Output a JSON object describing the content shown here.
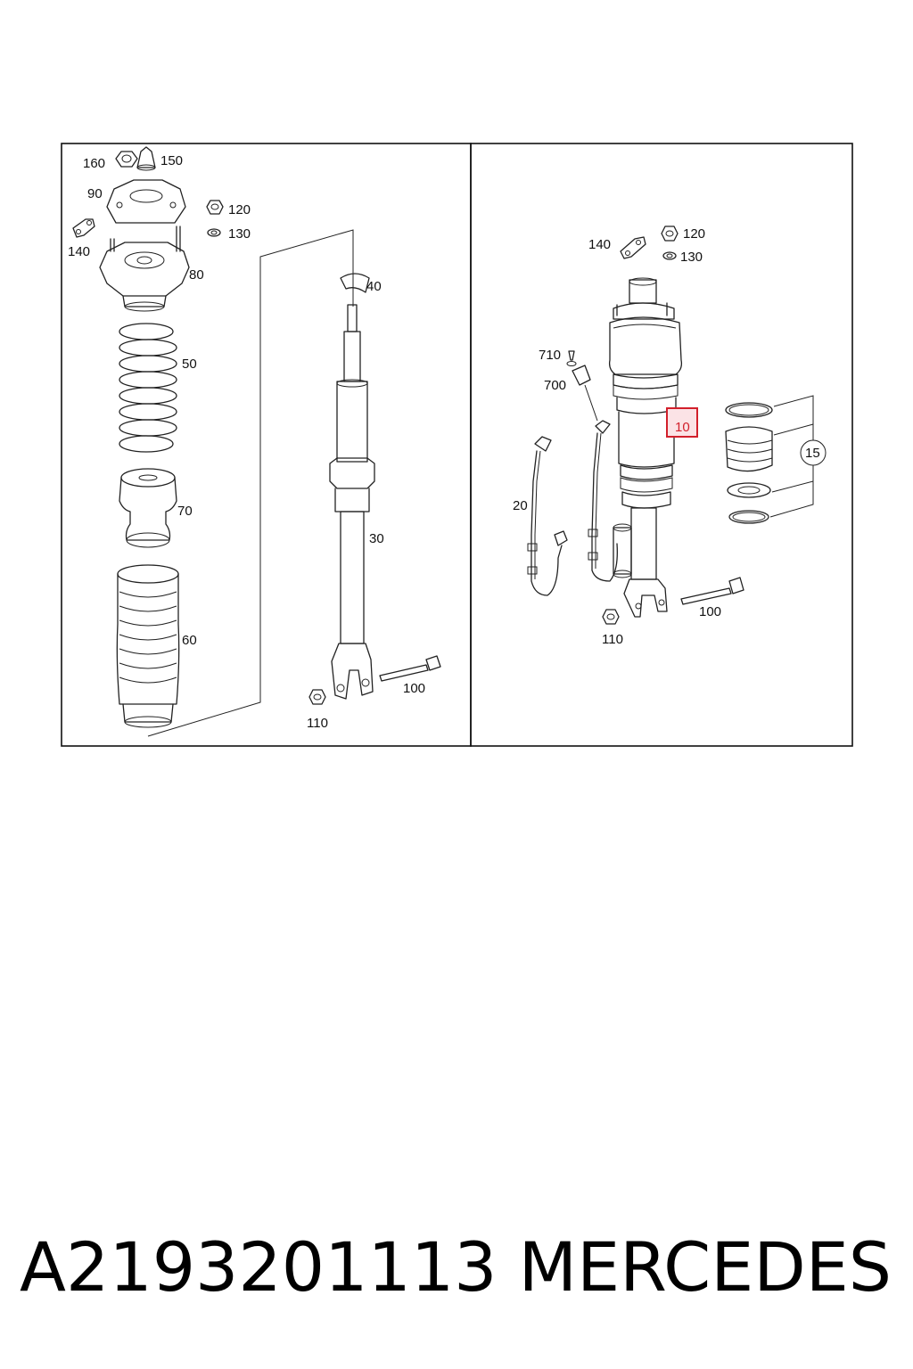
{
  "diagram": {
    "left_callouts": {
      "c160": "160",
      "c150": "150",
      "c90": "90",
      "c120": "120",
      "c130": "130",
      "c140": "140",
      "c80": "80",
      "c40": "40",
      "c50": "50",
      "c70": "70",
      "c30": "30",
      "c60": "60",
      "c100": "100",
      "c110": "110"
    },
    "right_callouts": {
      "c140": "140",
      "c120": "120",
      "c130": "130",
      "c710": "710",
      "c700": "700",
      "c10": "10",
      "c15": "15",
      "c20": "20",
      "c100": "100",
      "c110": "110"
    },
    "highlight_color": "#d21f2b"
  },
  "caption": {
    "part_number": "A2193201113",
    "brand": "MERCEDES"
  }
}
